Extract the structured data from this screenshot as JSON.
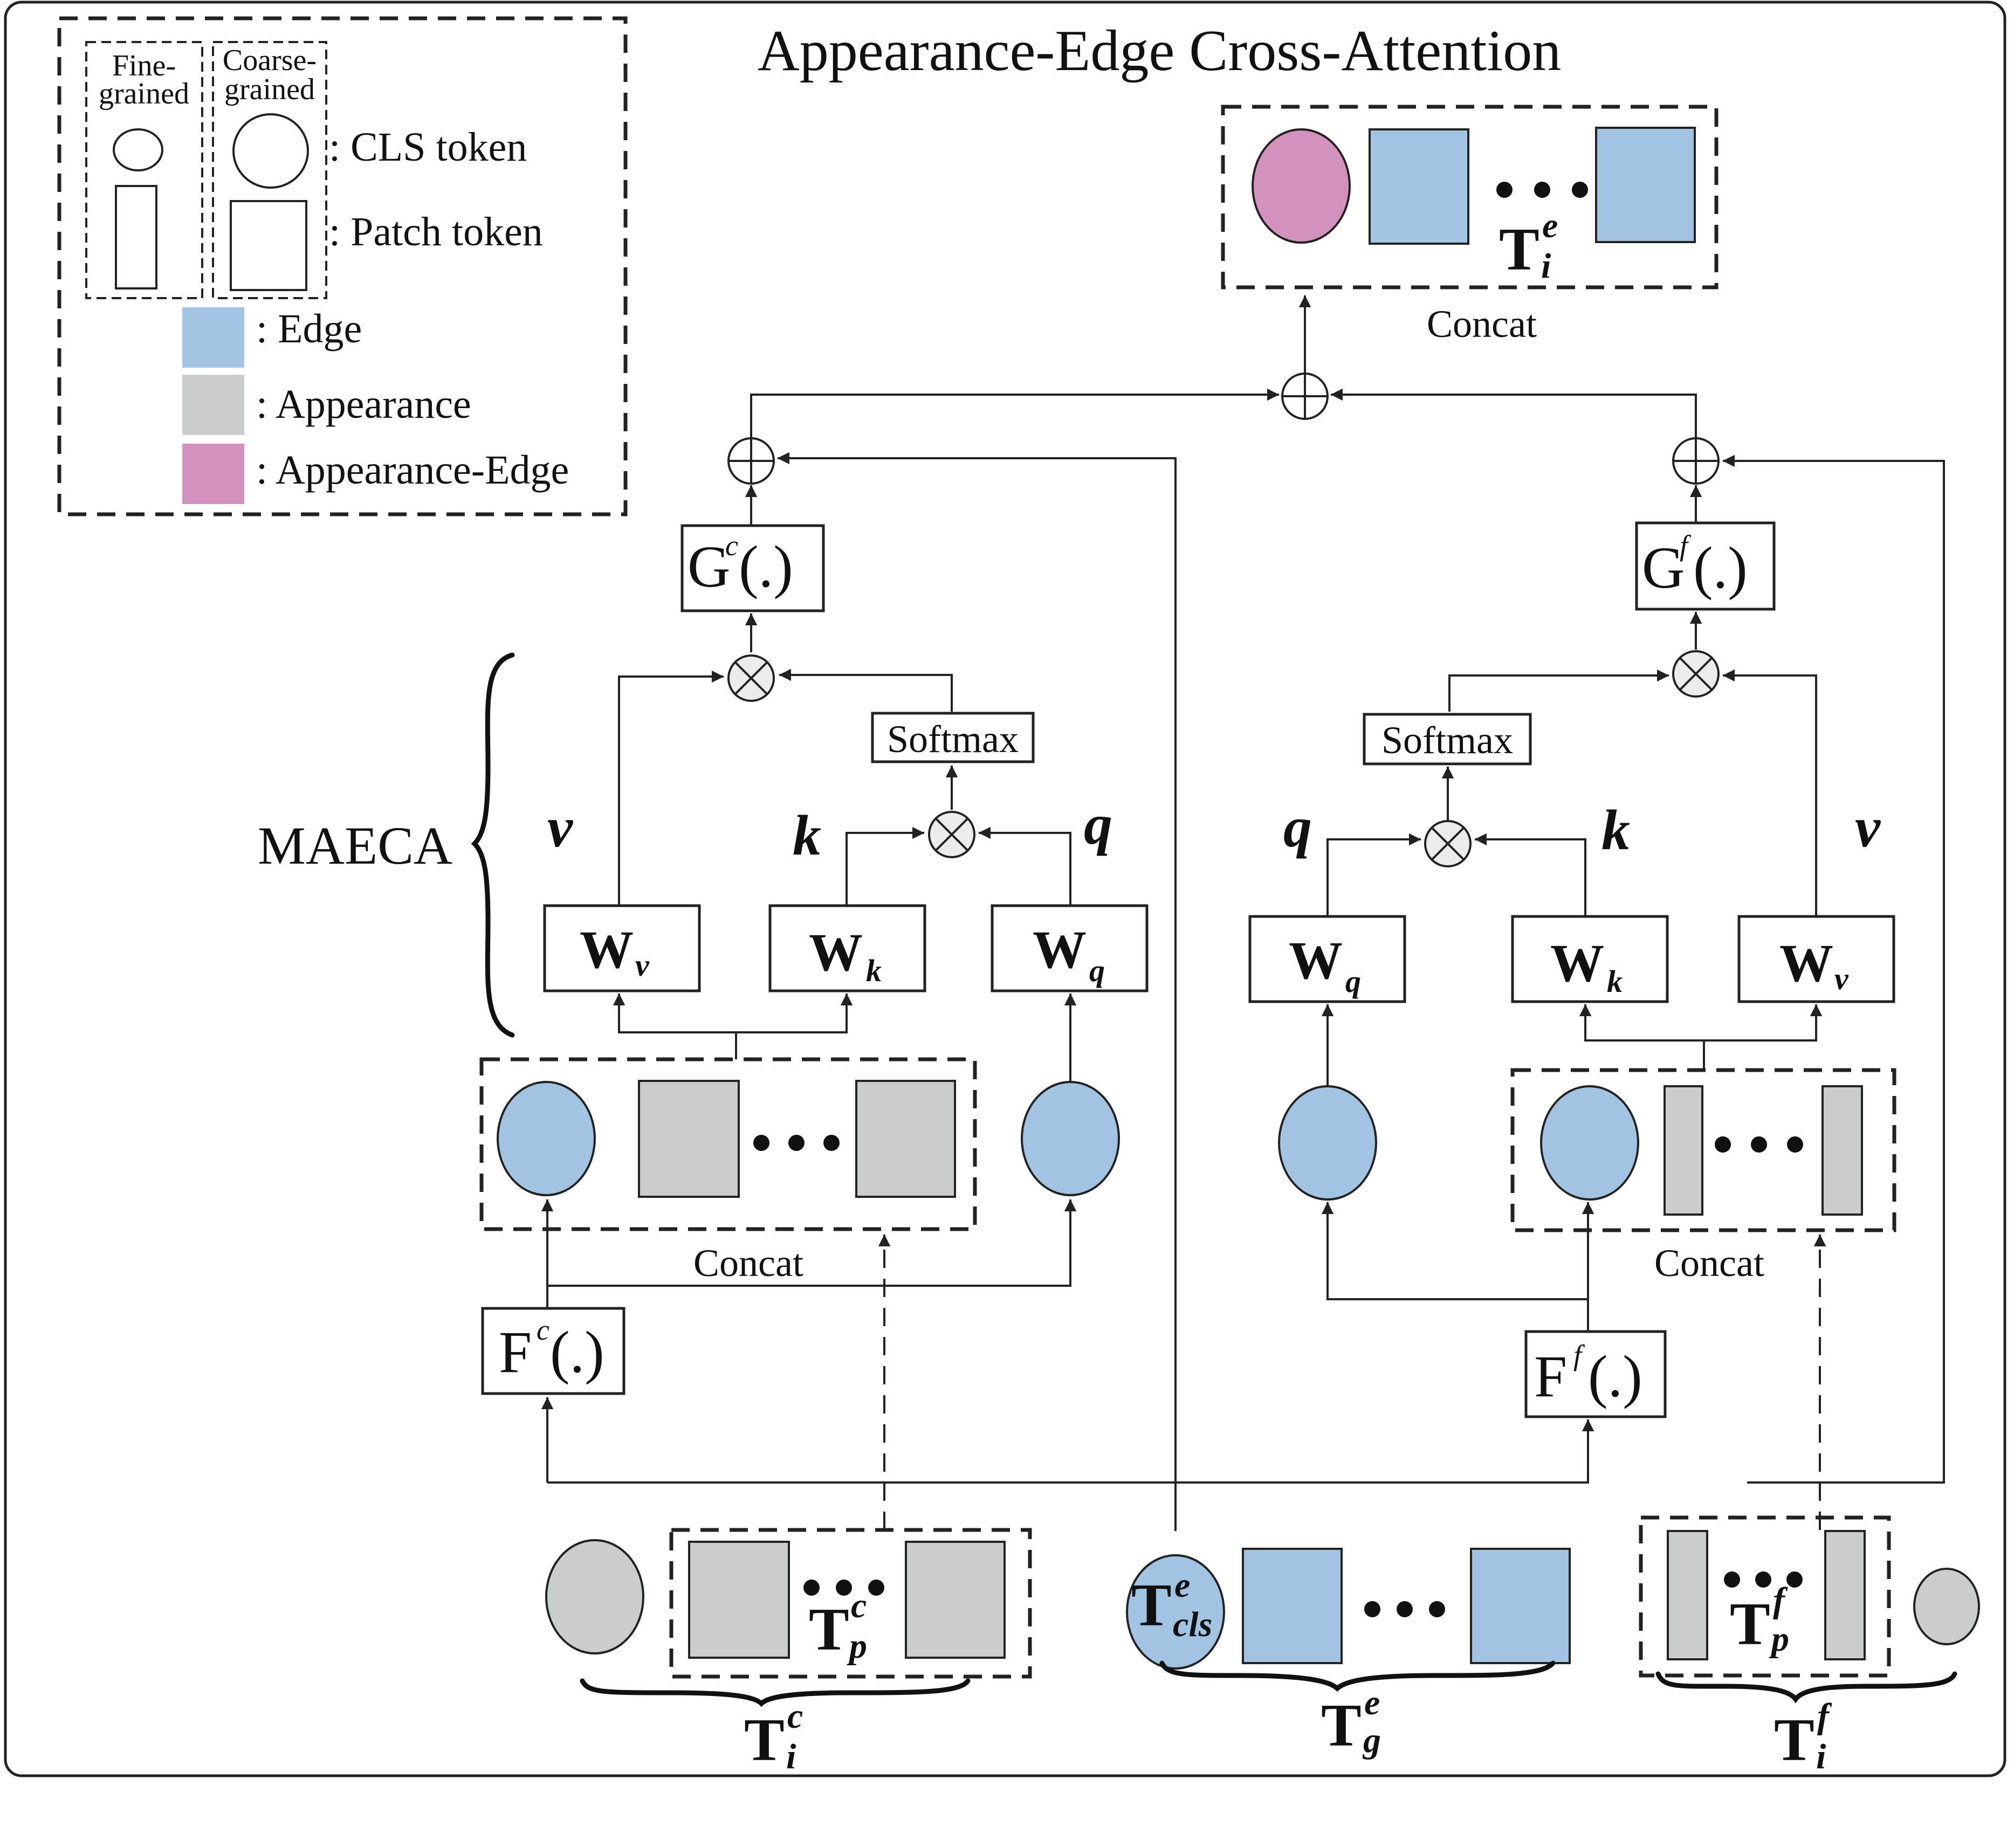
{
  "title": "Appearance-Edge Cross-Attention",
  "legend": {
    "fine_label": "Fine-grained",
    "fine_line1": "Fine-",
    "fine_line2": "grained",
    "coarse_label": "Coarse-grained",
    "coarse_line1": "Coarse-",
    "coarse_line2": "grained",
    "cls_token": ": CLS token",
    "patch_token": ":  Patch  token",
    "edge": ":  Edge",
    "appearance": ":  Appearance",
    "appearance_edge": ":  Appearance-Edge"
  },
  "colors": {
    "edge": "#a3c3e2",
    "appearance": "#cbcccc",
    "appearance_edge": "#d391bd"
  },
  "module_label": "MAECA",
  "concat_label": "Concat",
  "softmax_label": "Softmax",
  "q_label": "q",
  "k_label": "k",
  "v_label": "v",
  "boxes": {
    "G": "G",
    "F": "F",
    "fn_suffix": "(.)",
    "W": "W",
    "sup_c": "c",
    "sup_f": "f",
    "sub_v": "v",
    "sub_k": "k",
    "sub_q": "q"
  },
  "tokens": {
    "T": "T",
    "T_i_e_sub": "i",
    "T_i_e_sup": "e",
    "T_i_c_sub": "i",
    "T_i_c_sup": "c",
    "T_p_c_sub": "p",
    "T_p_c_sup": "c",
    "T_cls_e_sub": "cls",
    "T_cls_e_sup": "e",
    "T_g_e_sub": "g",
    "T_g_e_sup": "e",
    "T_p_f_sub": "p",
    "T_p_f_sup": "f",
    "T_i_f_sub": "i",
    "T_i_f_sup": "f"
  },
  "icons": [
    "multiply-op-icon",
    "add-op-icon",
    "cls-token-icon",
    "patch-token-icon",
    "ellipsis-icon",
    "curly-brace-icon"
  ]
}
